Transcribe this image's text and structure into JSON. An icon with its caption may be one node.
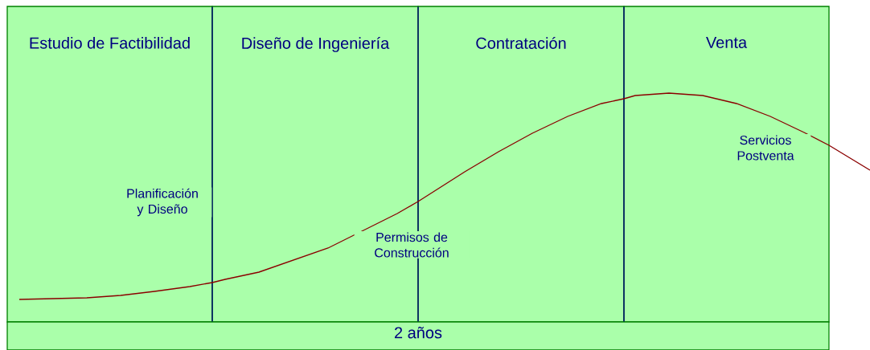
{
  "diagram": {
    "nodes": [
      {
        "text": [
          "Estudio de Factibilidad"
        ]
      },
      {
        "text": [
          "Diseño de Ingeniería"
        ]
      },
      {
        "text": [
          "Contratación"
        ]
      },
      {
        "text": [
          "Venta"
        ]
      },
      {
        "text": [
          "2 años"
        ]
      }
    ],
    "labels": [
      "Planificación y Diseño",
      "Permisos de Construcción",
      "Servicios Postventa"
    ]
  }
}
